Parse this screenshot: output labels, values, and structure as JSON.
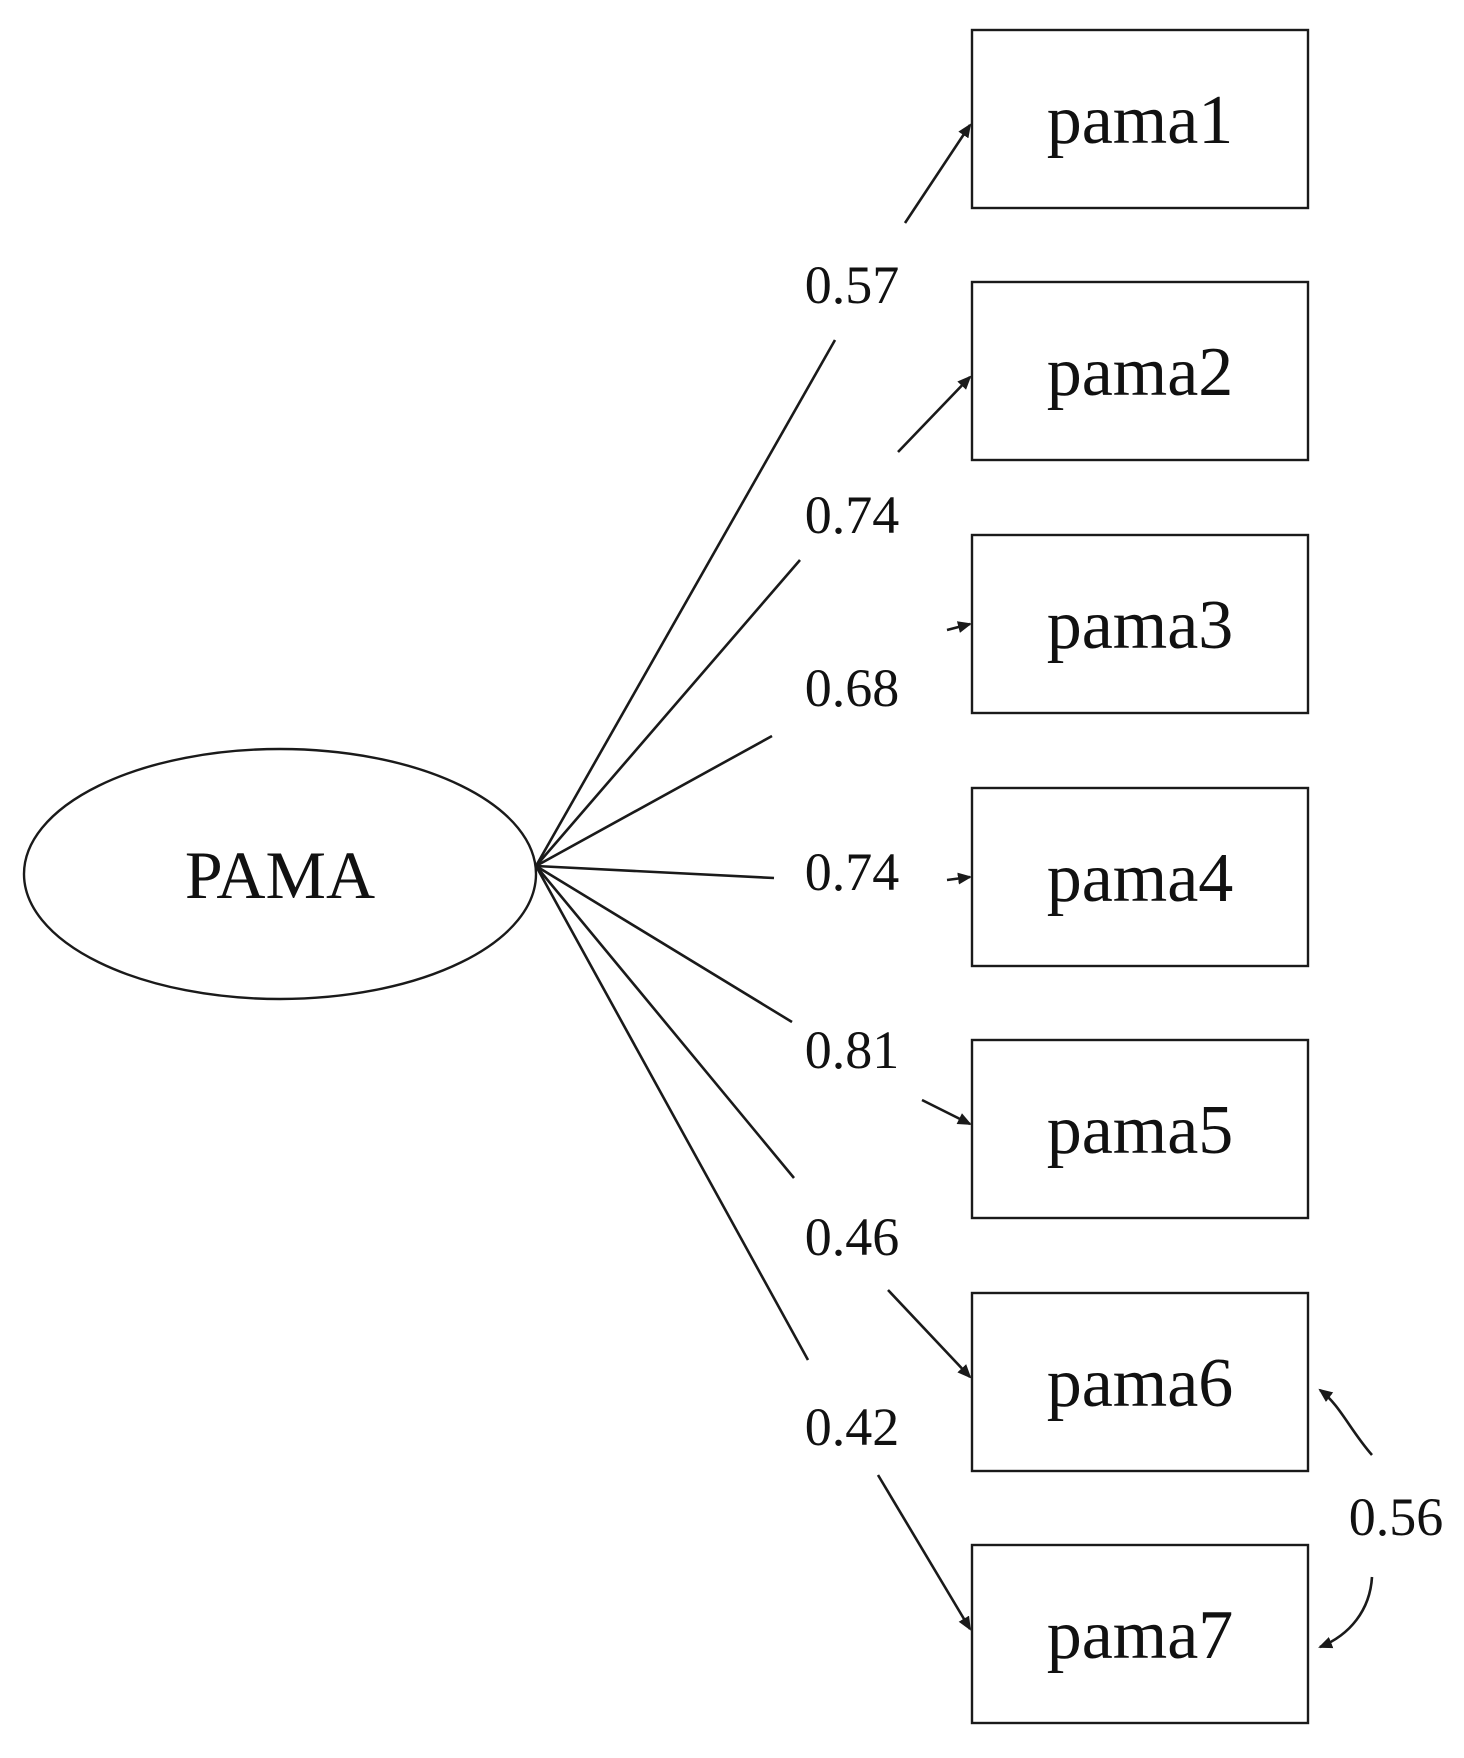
{
  "latent": {
    "label": "PAMA"
  },
  "indicators": [
    {
      "label": "pama1",
      "loading": "0.57"
    },
    {
      "label": "pama2",
      "loading": "0.74"
    },
    {
      "label": "pama3",
      "loading": "0.68"
    },
    {
      "label": "pama4",
      "loading": "0.74"
    },
    {
      "label": "pama5",
      "loading": "0.81"
    },
    {
      "label": "pama6",
      "loading": "0.46"
    },
    {
      "label": "pama7",
      "loading": "0.42"
    }
  ],
  "covariance": {
    "from": "pama6",
    "to": "pama7",
    "value": "0.56"
  }
}
